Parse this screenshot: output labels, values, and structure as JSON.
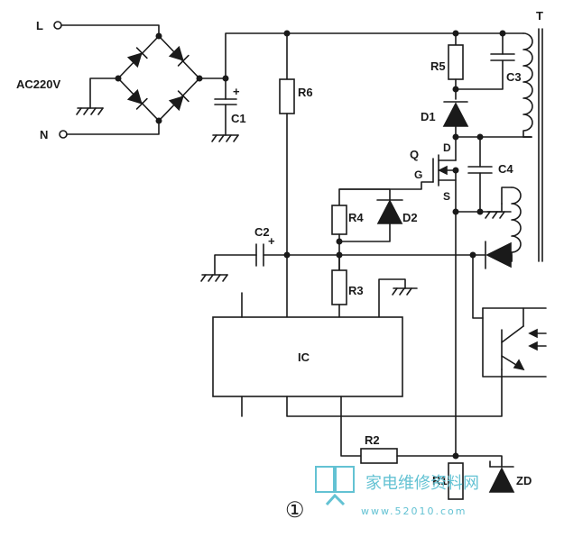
{
  "figure_number": "①",
  "labels": {
    "L": "L",
    "N": "N",
    "ac": "AC220V",
    "T": "T",
    "R1": "R1",
    "R2": "R2",
    "R3": "R3",
    "R4": "R4",
    "R5": "R5",
    "R6": "R6",
    "C1": "C1",
    "C2": "C2",
    "C3": "C3",
    "C4": "C4",
    "D1": "D1",
    "D2": "D2",
    "Q": "Q",
    "D": "D",
    "G": "G",
    "S": "S",
    "IC": "IC",
    "ZD": "ZD",
    "plus_c1": "+",
    "plus_c2": "+"
  },
  "watermark": {
    "site_name": "家电维修资料网",
    "url": "www.52010.com"
  }
}
